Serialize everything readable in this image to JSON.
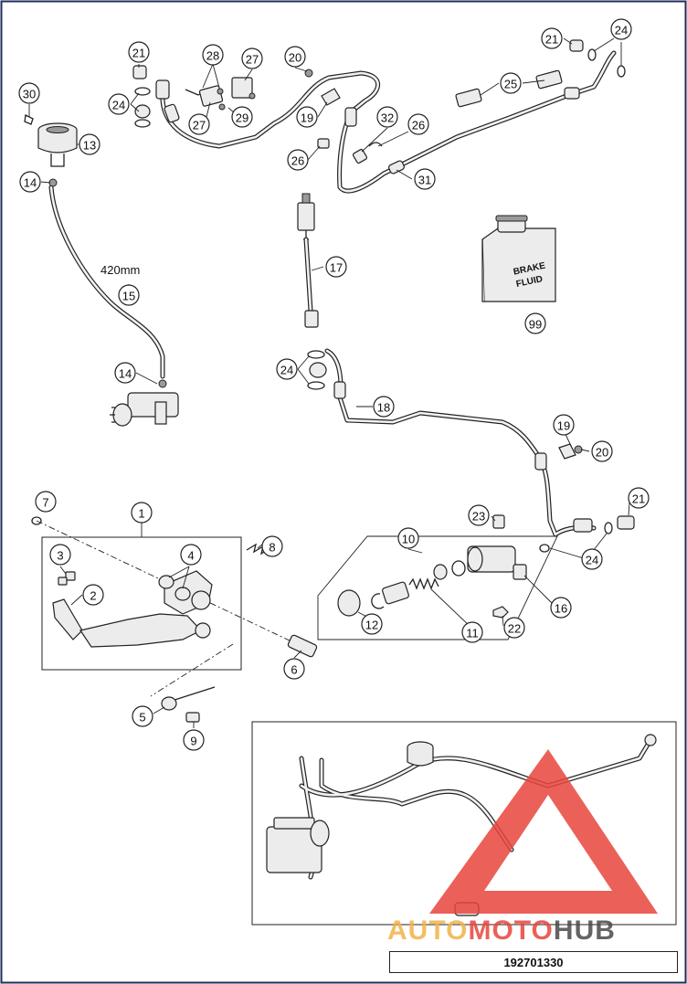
{
  "diagram": {
    "hose_length_label": "420mm",
    "bottle_label_line1": "BRAKE",
    "bottle_label_line2": "FLUID",
    "drawing_number": "192701330",
    "watermark": {
      "word_part1": "AUTO",
      "word_part2": "MOTO",
      "word_part3": "HUB",
      "colors": {
        "auto": "#f2b24a",
        "moto": "#e8453c",
        "hub": "#4a4a4a",
        "triangle": "#e8453c"
      }
    },
    "colors": {
      "border": "#1f2f5a",
      "line": "#222222"
    }
  },
  "callouts": [
    {
      "id": "c30a",
      "label": "30"
    },
    {
      "id": "c13",
      "label": "13"
    },
    {
      "id": "c14a",
      "label": "14"
    },
    {
      "id": "c21a",
      "label": "21"
    },
    {
      "id": "c24a",
      "label": "24"
    },
    {
      "id": "c28",
      "label": "28"
    },
    {
      "id": "c27a",
      "label": "27"
    },
    {
      "id": "c27b",
      "label": "27"
    },
    {
      "id": "c29",
      "label": "29"
    },
    {
      "id": "c20a",
      "label": "20"
    },
    {
      "id": "c19a",
      "label": "19"
    },
    {
      "id": "c32",
      "label": "32"
    },
    {
      "id": "c26a",
      "label": "26"
    },
    {
      "id": "c26b",
      "label": "26"
    },
    {
      "id": "c25",
      "label": "25"
    },
    {
      "id": "c21b",
      "label": "21"
    },
    {
      "id": "c24b",
      "label": "24"
    },
    {
      "id": "c31",
      "label": "31"
    },
    {
      "id": "c15",
      "label": "15"
    },
    {
      "id": "c14b",
      "label": "14"
    },
    {
      "id": "c17",
      "label": "17"
    },
    {
      "id": "c99",
      "label": "99"
    },
    {
      "id": "c24c",
      "label": "24"
    },
    {
      "id": "c18",
      "label": "18"
    },
    {
      "id": "c19b",
      "label": "19"
    },
    {
      "id": "c20b",
      "label": "20"
    },
    {
      "id": "c21c",
      "label": "21"
    },
    {
      "id": "c24d",
      "label": "24"
    },
    {
      "id": "c23",
      "label": "23"
    },
    {
      "id": "c10",
      "label": "10"
    },
    {
      "id": "c16",
      "label": "16"
    },
    {
      "id": "c12",
      "label": "12"
    },
    {
      "id": "c11",
      "label": "11"
    },
    {
      "id": "c22",
      "label": "22"
    },
    {
      "id": "c7",
      "label": "7"
    },
    {
      "id": "c1",
      "label": "1"
    },
    {
      "id": "c3",
      "label": "3"
    },
    {
      "id": "c4",
      "label": "4"
    },
    {
      "id": "c2",
      "label": "2"
    },
    {
      "id": "c8",
      "label": "8"
    },
    {
      "id": "c6",
      "label": "6"
    },
    {
      "id": "c5",
      "label": "5"
    },
    {
      "id": "c9",
      "label": "9"
    }
  ]
}
